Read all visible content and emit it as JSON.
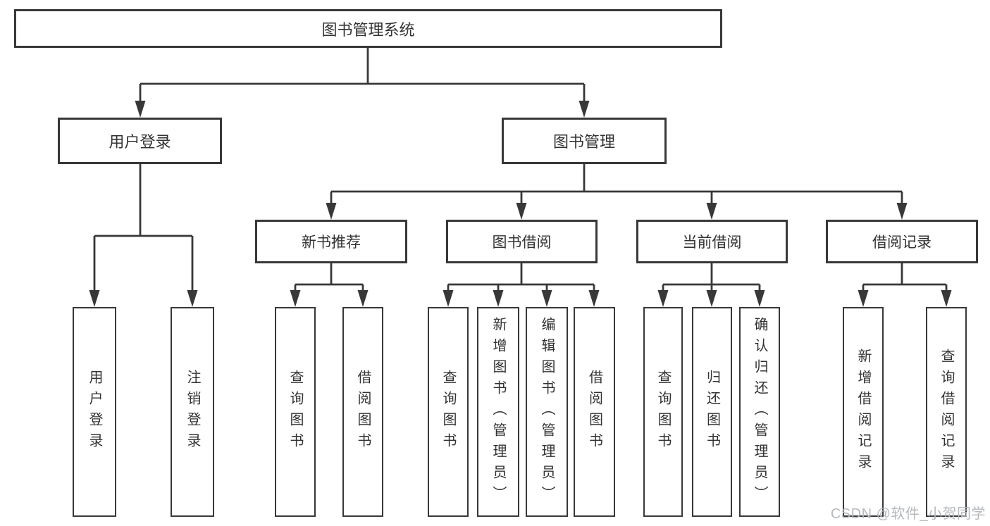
{
  "diagram": {
    "root_label": "图书管理系统",
    "user_branch": {
      "label": "用户登录",
      "children": [
        "用户登录",
        "注销登录"
      ]
    },
    "book_branch": {
      "label": "图书管理",
      "sections": [
        {
          "label": "新书推荐",
          "children": [
            "查询图书",
            "借阅图书"
          ]
        },
        {
          "label": "图书借阅",
          "children": [
            "查询图书",
            "新增图书（管理员）",
            "编辑图书（管理员）",
            "借阅图书"
          ]
        },
        {
          "label": "当前借阅",
          "children": [
            "查询图书",
            "归还图书",
            "确认归还（管理员）"
          ]
        },
        {
          "label": "借阅记录",
          "children": [
            "新增借阅记录",
            "查询借阅记录"
          ]
        }
      ]
    },
    "watermark": "CSDN @软件_小贺同学",
    "colors": {
      "line": "#383838",
      "border": "#383838",
      "text": "#333333",
      "watermark": "#b5b9bd",
      "background": "#ffffff"
    }
  }
}
